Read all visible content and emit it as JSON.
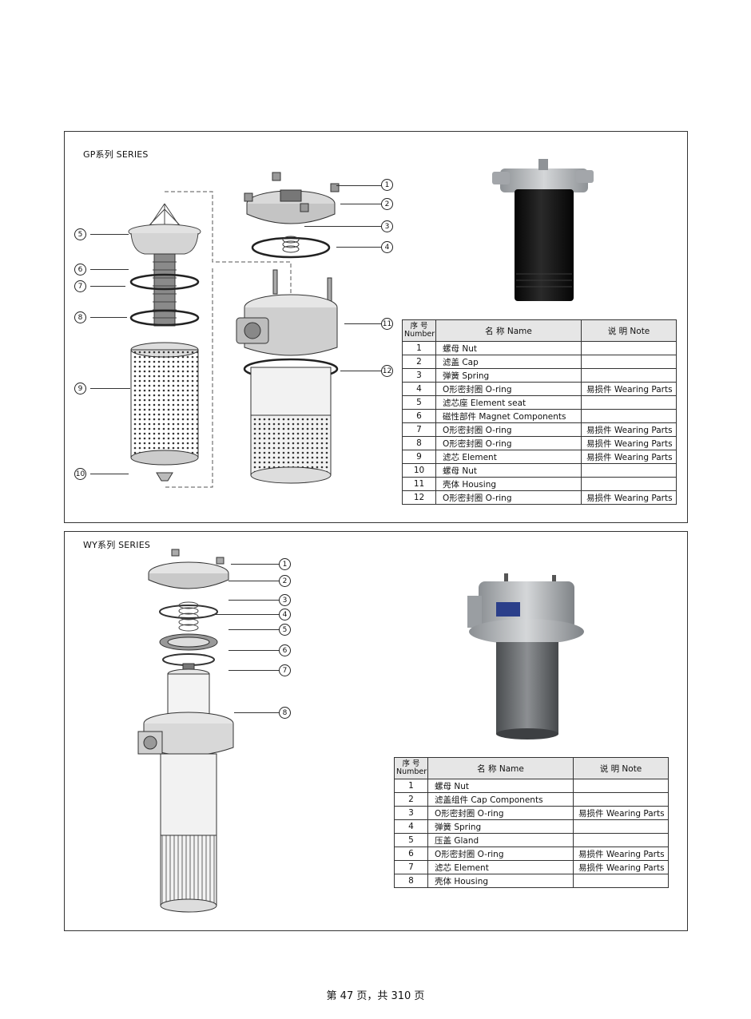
{
  "gp": {
    "title": "GP系列  SERIES",
    "headers": {
      "number_1": "序 号",
      "number_2": "Number",
      "name": "名  称 Name",
      "note": "说 明 Note"
    },
    "rows": [
      {
        "num": "1",
        "name": "螺母    Nut",
        "note": ""
      },
      {
        "num": "2",
        "name": "滤盖    Cap",
        "note": ""
      },
      {
        "num": "3",
        "name": "弹簧    Spring",
        "note": ""
      },
      {
        "num": "4",
        "name": "O形密封圈    O-ring",
        "note": "易损件 Wearing Parts"
      },
      {
        "num": "5",
        "name": "滤芯座    Element seat",
        "note": ""
      },
      {
        "num": "6",
        "name": "磁性部件    Magnet Components",
        "note": ""
      },
      {
        "num": "7",
        "name": "O形密封圈    O-ring",
        "note": "易损件 Wearing Parts"
      },
      {
        "num": "8",
        "name": "O形密封圈    O-ring",
        "note": "易损件 Wearing Parts"
      },
      {
        "num": "9",
        "name": "滤芯    Element",
        "note": "易损件 Wearing Parts"
      },
      {
        "num": "10",
        "name": "螺母    Nut",
        "note": ""
      },
      {
        "num": "11",
        "name": "壳体    Housing",
        "note": ""
      },
      {
        "num": "12",
        "name": "O形密封圈    O-ring",
        "note": "易损件 Wearing Parts"
      }
    ],
    "callouts_left": [
      "5",
      "6",
      "7",
      "8",
      "9",
      "10"
    ],
    "callouts_right": [
      "1",
      "2",
      "3",
      "4",
      "11",
      "12"
    ]
  },
  "wy": {
    "title": "WY系列 SERIES",
    "headers": {
      "number_1": "序 号",
      "number_2": "Number",
      "name": "名  称 Name",
      "note": "说 明 Note"
    },
    "rows": [
      {
        "num": "1",
        "name": "螺母    Nut",
        "note": ""
      },
      {
        "num": "2",
        "name": "滤盖组件    Cap Components",
        "note": ""
      },
      {
        "num": "3",
        "name": "O形密封圈    O-ring",
        "note": "易损件 Wearing Parts"
      },
      {
        "num": "4",
        "name": "弹簧    Spring",
        "note": ""
      },
      {
        "num": "5",
        "name": "压盖    Gland",
        "note": ""
      },
      {
        "num": "6",
        "name": "O形密封圈    O-ring",
        "note": "易损件 Wearing Parts"
      },
      {
        "num": "7",
        "name": "滤芯    Element",
        "note": "易损件 Wearing Parts"
      },
      {
        "num": "8",
        "name": "壳体    Housing",
        "note": ""
      }
    ],
    "callouts": [
      "1",
      "2",
      "3",
      "4",
      "5",
      "6",
      "7",
      "8"
    ]
  },
  "footer": "第 47 页，共 310 页",
  "colors": {
    "border": "#333333",
    "header_bg": "#e6e6e6",
    "filter_dark": "#151515",
    "metal": "#b9bcc0"
  }
}
